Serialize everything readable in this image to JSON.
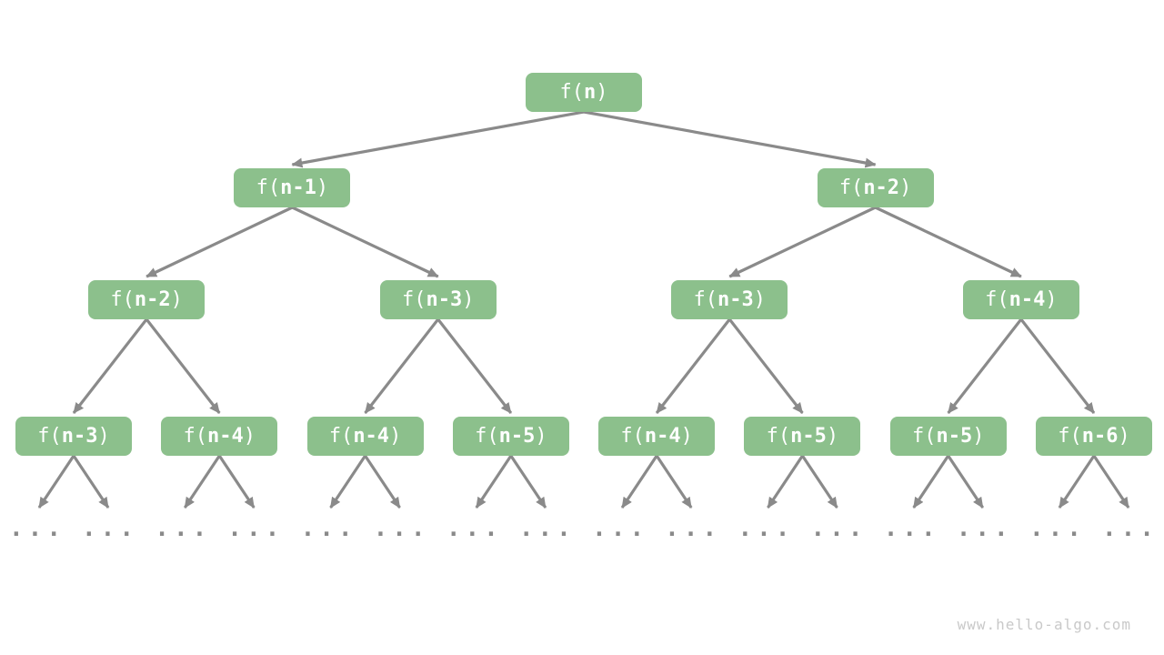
{
  "tree": {
    "levels": [
      [
        "f(n)"
      ],
      [
        "f(n-1)",
        "f(n-2)"
      ],
      [
        "f(n-2)",
        "f(n-3)",
        "f(n-3)",
        "f(n-4)"
      ],
      [
        "f(n-3)",
        "f(n-4)",
        "f(n-4)",
        "f(n-5)",
        "f(n-4)",
        "f(n-5)",
        "f(n-5)",
        "f(n-6)"
      ]
    ],
    "ellipsis": "...",
    "ellipsis_count": 16
  },
  "watermark": "www.hello-algo.com",
  "colors": {
    "background": "#ffffff",
    "node_fill": "#8cc08c",
    "node_text": "#ffffff",
    "arrow": "#8a8a8a",
    "watermark": "#c9c9c9"
  }
}
